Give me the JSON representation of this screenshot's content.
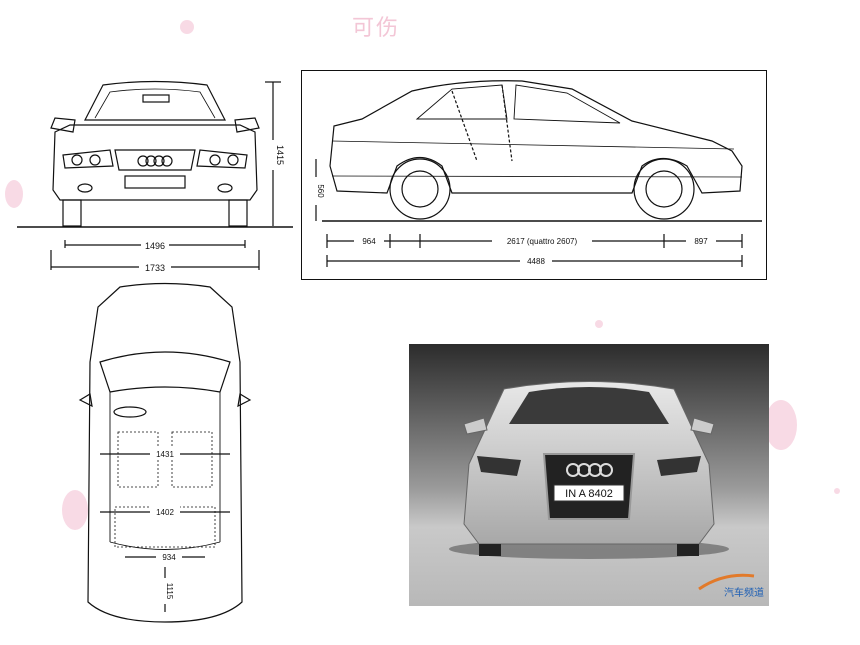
{
  "header": {
    "text": "可伤"
  },
  "front_view": {
    "dims": {
      "track": "1496",
      "width": "1733",
      "height": "1415"
    }
  },
  "side_view": {
    "dims": {
      "front_overhang": "964",
      "wheelbase": "2617 (quattro 2607)",
      "rear_overhang": "897",
      "length": "4488",
      "ground": "560"
    }
  },
  "top_view": {
    "dims": {
      "front_seat": "1431",
      "rear_seat": "1402",
      "trunk": "934",
      "trunk_len": "1115"
    }
  },
  "photo": {
    "plate": "IN A 8402",
    "watermark": "汽车频道"
  }
}
